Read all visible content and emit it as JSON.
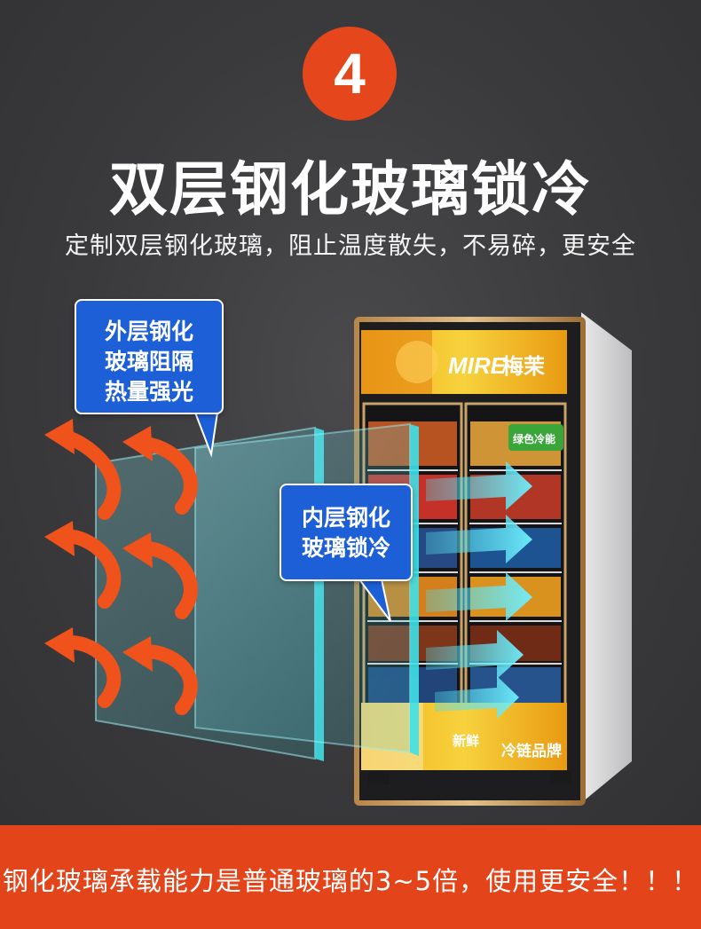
{
  "badge": {
    "number": "4"
  },
  "title": "双层钢化玻璃锁冷",
  "subtitle": "定制双层钢化玻璃，阻止温度散失，不易碎，更安全",
  "callout_outer": {
    "lines": [
      "外层钢化",
      "玻璃阻隔",
      "热量强光"
    ]
  },
  "callout_inner": {
    "lines": [
      "内层钢化",
      "玻璃锁冷"
    ]
  },
  "fridge": {
    "brand_en": "MIRE",
    "brand_cn": "梅茉",
    "sticker": "绿色冷能",
    "bottom_banner": "新鲜",
    "bottom_banner_2": "冷链品牌"
  },
  "footer": {
    "text": "钢化玻璃承载能力是普通玻璃的3~5倍，使用更安全！！！"
  },
  "colors": {
    "accent_orange": "#e6461c",
    "callout_blue": "#1c5fd6",
    "glass_cyan": "#35d4e0",
    "heat_arrow": "#f0521c"
  }
}
